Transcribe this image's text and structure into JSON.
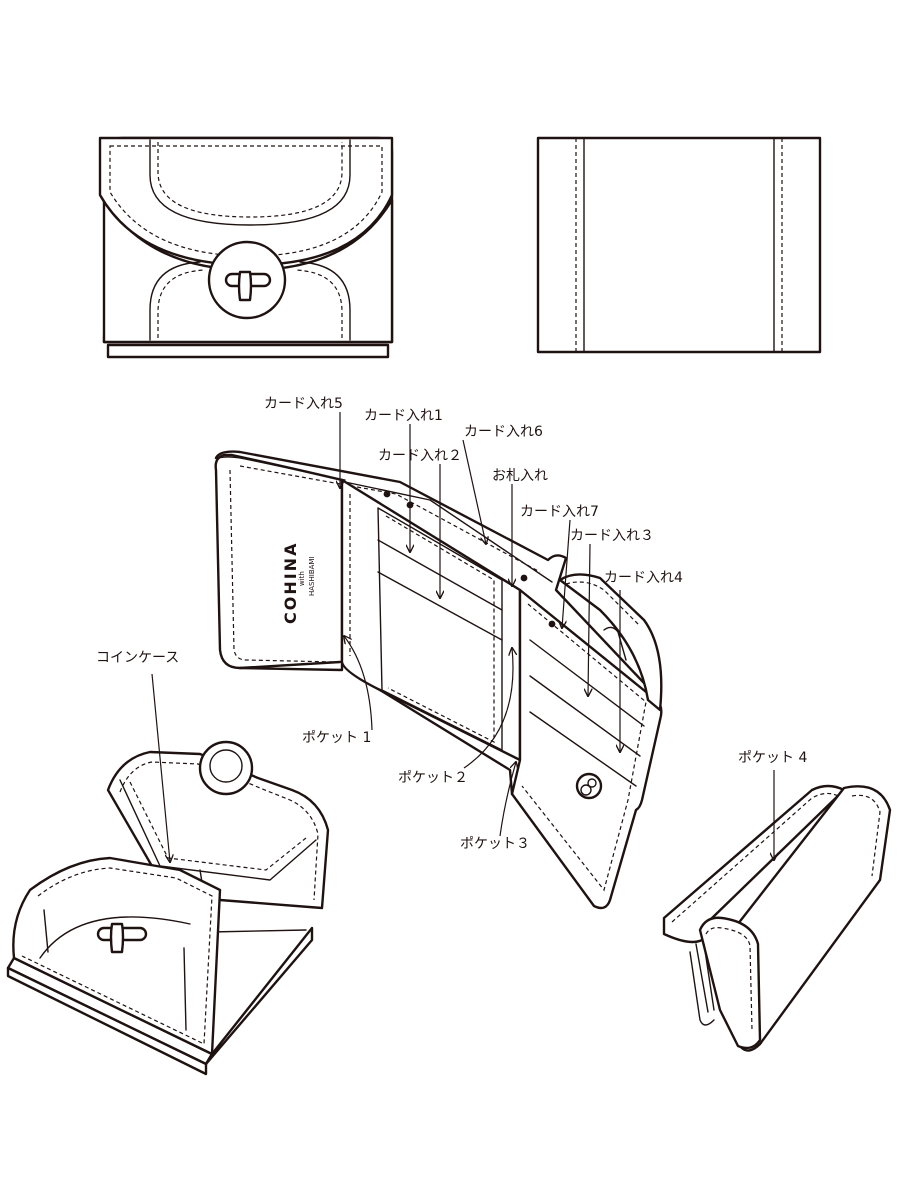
{
  "labels": {
    "card_slot_5": "カード入れ5",
    "card_slot_1": "カード入れ1",
    "card_slot_6": "カード入れ6",
    "card_slot_2": "カード入れ２",
    "bill_pocket": "お札入れ",
    "card_slot_7": "カード入れ7",
    "card_slot_3": "カード入れ３",
    "card_slot_4": "カード入れ4",
    "coin_case": "コインケース",
    "pocket_1": "ポケット 1",
    "pocket_2": "ポケット２",
    "pocket_3": "ポケット３",
    "pocket_4": "ポケット 4"
  },
  "brand": {
    "name": "COHINA",
    "with": "with",
    "partner": "HASHIBAMI"
  },
  "colors": {
    "line": "#1f1312",
    "background": "#ffffff"
  }
}
